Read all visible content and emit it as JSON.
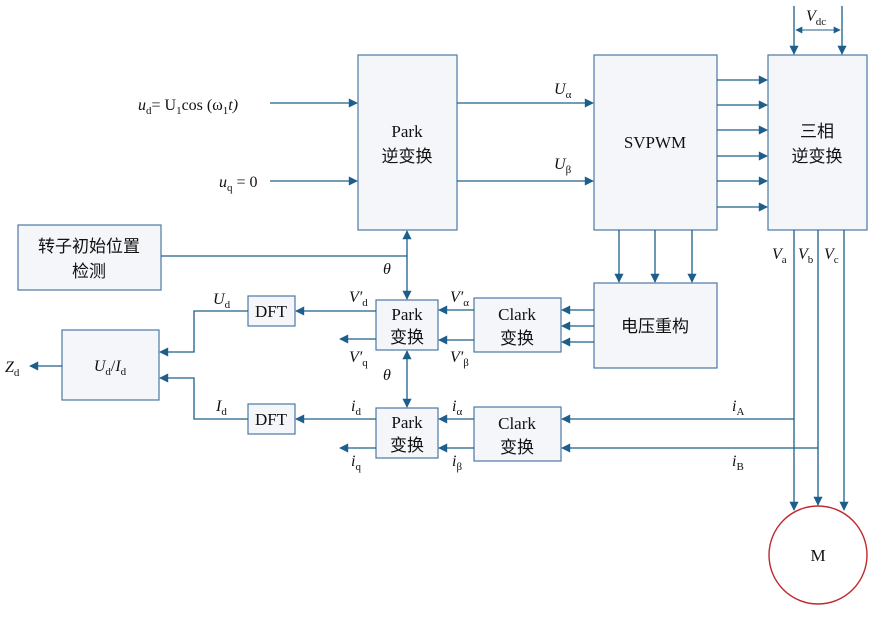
{
  "blocks": {
    "park_inverse": [
      "Park",
      "逆变换"
    ],
    "svpwm": "SVPWM",
    "inverter": [
      "三相",
      "逆变换"
    ],
    "rotor_detect": [
      "转子初始位置",
      "检测"
    ],
    "voltage_recon": "电压重构",
    "park1": [
      "Park",
      "变换"
    ],
    "clark1": [
      "Clark",
      "变换"
    ],
    "park2": [
      "Park",
      "变换"
    ],
    "clark2": [
      "Clark",
      "变换"
    ],
    "dft1": "DFT",
    "dft2": "DFT",
    "ratio": {
      "u": "U",
      "u_sub": "d",
      "slash": "/",
      "i": "I",
      "i_sub": "d"
    },
    "motor": "M"
  },
  "signals": {
    "ud_in": {
      "base": "u",
      "sub": "d",
      "rhs_a": "= U",
      "rhs_sub": "1",
      "rhs_b": "cos (ω",
      "rhs_sub2": "1",
      "rhs_c": "t)"
    },
    "uq_in": {
      "base": "u",
      "sub": "q",
      "rhs": " = 0"
    },
    "u_alpha": {
      "base": "U",
      "sub": "α"
    },
    "u_beta": {
      "base": "U",
      "sub": "β"
    },
    "vdc": {
      "base": "V",
      "sub": "dc"
    },
    "va": {
      "base": "V",
      "sub": "a"
    },
    "vb": {
      "base": "V",
      "sub": "b"
    },
    "vc": {
      "base": "V",
      "sub": "c"
    },
    "theta1": "θ",
    "theta2": "θ",
    "vd_p": {
      "base": "V′",
      "sub": "d"
    },
    "vq_p": {
      "base": "V′",
      "sub": "q"
    },
    "valpha_p": {
      "base": "V′",
      "sub": "α"
    },
    "vbeta_p": {
      "base": "V′",
      "sub": "β"
    },
    "ud_out": {
      "base": "U",
      "sub": "d"
    },
    "id_out": {
      "base": "I",
      "sub": "d"
    },
    "zd": {
      "base": "Z",
      "sub": "d"
    },
    "id": {
      "base": "i",
      "sub": "d"
    },
    "iq": {
      "base": "i",
      "sub": "q"
    },
    "ialpha": {
      "base": "i",
      "sub": "α"
    },
    "ibeta": {
      "base": "i",
      "sub": "β"
    },
    "iA": {
      "base": "i",
      "sub": "A"
    },
    "iB": {
      "base": "i",
      "sub": "B"
    }
  },
  "colors": {
    "line": "#1d5f8a",
    "block_fill": "#f4f6fa",
    "block_border": "#4a79a5",
    "motor": "#c0282b"
  }
}
